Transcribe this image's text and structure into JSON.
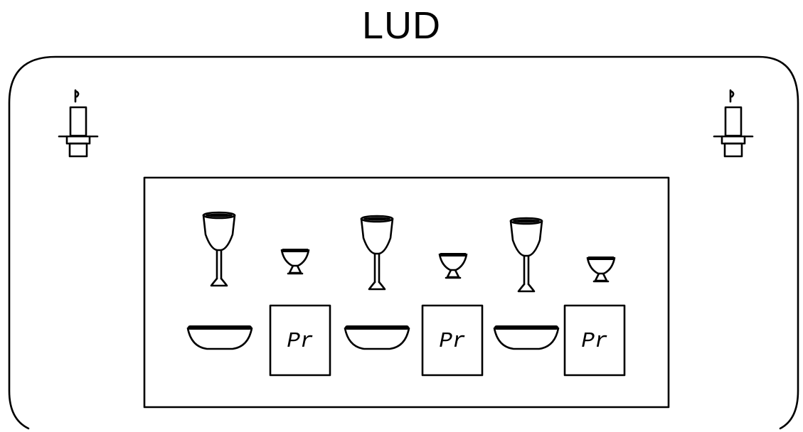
{
  "title": "LUD",
  "altar": {
    "candles": [
      {
        "icon": "candle-icon"
      },
      {
        "icon": "candle-icon"
      }
    ],
    "table": {
      "places": [
        {
          "goblet_icon": "goblet-icon",
          "cup_icon": "small-cup-icon",
          "bowl_icon": "bowl-icon",
          "card_label": "Pr"
        },
        {
          "goblet_icon": "goblet-icon",
          "cup_icon": "small-cup-icon",
          "bowl_icon": "bowl-icon",
          "card_label": "Pr"
        },
        {
          "goblet_icon": "goblet-icon",
          "cup_icon": "small-cup-icon",
          "bowl_icon": "bowl-icon",
          "card_label": "Pr"
        }
      ]
    }
  },
  "colors": {
    "ink": "#000000",
    "background": "#ffffff"
  }
}
